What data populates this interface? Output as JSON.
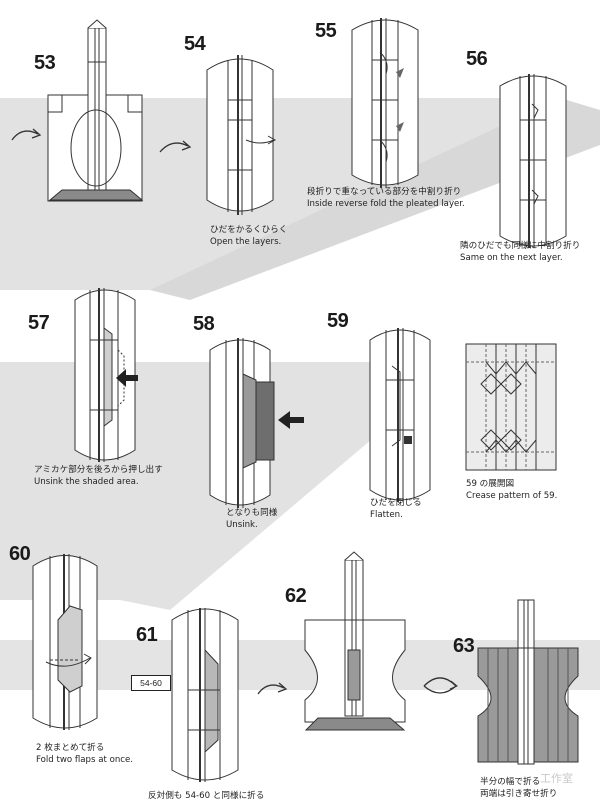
{
  "steps": [
    {
      "number": "53"
    },
    {
      "number": "54",
      "jp": "ひだをかるくひらく",
      "en": "Open the layers."
    },
    {
      "number": "55",
      "jp": "段折りで重なっている部分を中割り折り",
      "en": "Inside reverse fold the pleated layer."
    },
    {
      "number": "56",
      "jp": "隣のひだでも同様に中割り折り",
      "en": "Same on the next layer."
    },
    {
      "number": "57",
      "jp": "アミカケ部分を後ろから押し出す",
      "en": "Unsink the shaded area."
    },
    {
      "number": "58",
      "jp": "となりも同様",
      "en": "Unsink."
    },
    {
      "number": "59",
      "jp": "ひだを閉じる",
      "en": "Flatten."
    },
    {
      "crease": true,
      "jp": "59 の展開図",
      "en": "Crease pattern of 59."
    },
    {
      "number": "60",
      "jp": "2 枚まとめて折る",
      "en": "Fold two flaps at once."
    },
    {
      "number": "61",
      "jp": "反対側も 54-60 と同様に折る",
      "ref": "54-60"
    },
    {
      "number": "62"
    },
    {
      "number": "63",
      "jp": "半分の幅で折る",
      "jp2": "両端は引き寄せ折り"
    }
  ],
  "watermark": "工作室",
  "colors": {
    "band": "#d9d9d9",
    "line": "#333333",
    "shade": "#8a8a8a",
    "dark": "#555555"
  }
}
